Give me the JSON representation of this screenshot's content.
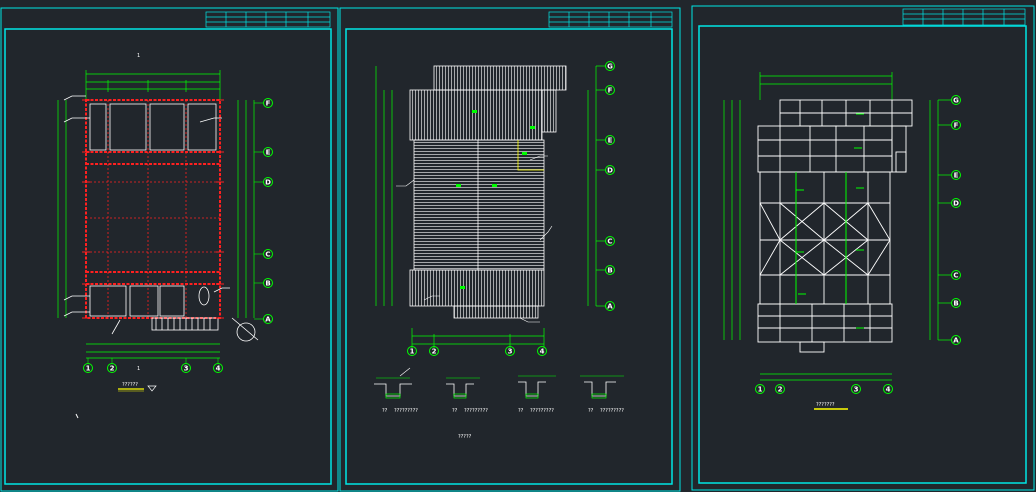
{
  "sheets": [
    {
      "id": "sheet-1",
      "row_axes": [
        "F",
        "E",
        "D",
        "C",
        "B",
        "A"
      ],
      "col_axes": [
        "1",
        "2",
        "3",
        "4"
      ],
      "top_mark": "1",
      "bottom_mark": "1",
      "title": "??????"
    },
    {
      "id": "sheet-2",
      "row_axes": [
        "G",
        "F",
        "E",
        "D",
        "C",
        "B",
        "A"
      ],
      "col_axes": [
        "1",
        "2",
        "3",
        "4"
      ],
      "title": "?????",
      "details": [
        {
          "label": "??",
          "caption": "?????????"
        },
        {
          "label": "??",
          "caption": "?????????"
        },
        {
          "label": "??",
          "caption": "?????????"
        },
        {
          "label": "??",
          "caption": "?????????"
        }
      ]
    },
    {
      "id": "sheet-3",
      "row_axes": [
        "G",
        "F",
        "E",
        "D",
        "C",
        "B",
        "A"
      ],
      "col_axes": [
        "1",
        "2",
        "3",
        "4"
      ],
      "title": "???????"
    }
  ],
  "colors": {
    "background": "#21262c",
    "frame": "#00e5e5",
    "axis_circle": "#00ff00",
    "dim_line": "#00ff00",
    "wall": "#ff2020",
    "drawing": "#ffffff",
    "title_underline": "#ffff00"
  }
}
